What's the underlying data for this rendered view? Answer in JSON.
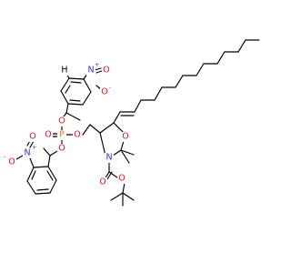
{
  "figure": {
    "background": "#ffffff",
    "bond_color": "#000000"
  },
  "element_colors": {
    "O": "#ff0d0d",
    "N": "#2f2fff",
    "P": "#ff8000",
    "H": "#000000"
  },
  "atom_labels": {
    "h_upper": "H",
    "n_nitro_upper": "N",
    "n_nitro_upper_charge": "+",
    "o_nitro_upper_double": "O",
    "o_nitro_upper_single": "O",
    "o_nitro_upper_charge": "-",
    "o_ester_upper": "O",
    "o_phosphoryl": "O",
    "p_phosphate": "P",
    "o_ester_right": "O",
    "o_ester_lower": "O",
    "o_nitro_lower_single": "O",
    "o_nitro_lower_charge": "-",
    "n_nitro_lower": "N",
    "n_nitro_lower_charge": "+",
    "o_nitro_lower_double": "O",
    "o_ring": "O",
    "n_ring": "N",
    "o_carbamate_ether": "O",
    "o_carbamate_carbonyl": "O"
  }
}
